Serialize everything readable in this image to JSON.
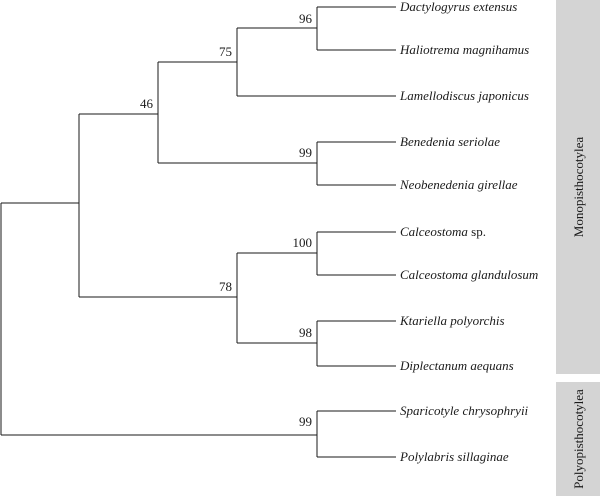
{
  "taxa": [
    {
      "name": "Dactylogyrus extensus",
      "suffix": ""
    },
    {
      "name": "Haliotrema magnihamus",
      "suffix": ""
    },
    {
      "name": "Lamellodiscus japonicus",
      "suffix": ""
    },
    {
      "name": "Benedenia seriolae",
      "suffix": ""
    },
    {
      "name": "Neobenedenia girellae",
      "suffix": ""
    },
    {
      "name": "Calceostoma",
      "suffix": " sp."
    },
    {
      "name": "Calceostoma glandulosum",
      "suffix": ""
    },
    {
      "name": "Ktariella polyorchis",
      "suffix": ""
    },
    {
      "name": "Diplectanum aequans",
      "suffix": ""
    },
    {
      "name": "Sparicotyle chrysophryii",
      "suffix": ""
    },
    {
      "name": "Polylabris sillaginae",
      "suffix": ""
    }
  ],
  "support_values": {
    "dact_hali": "96",
    "dact_hali_lame": "75",
    "bene_neob": "99",
    "mono_group_a": "46",
    "calc_calc": "100",
    "ktar_dipl": "98",
    "mono_group_b": "78",
    "spar_poly": "99"
  },
  "groups": [
    {
      "label": "Monopisthocotylea"
    },
    {
      "label": "Polyopisthocotylea"
    }
  ]
}
